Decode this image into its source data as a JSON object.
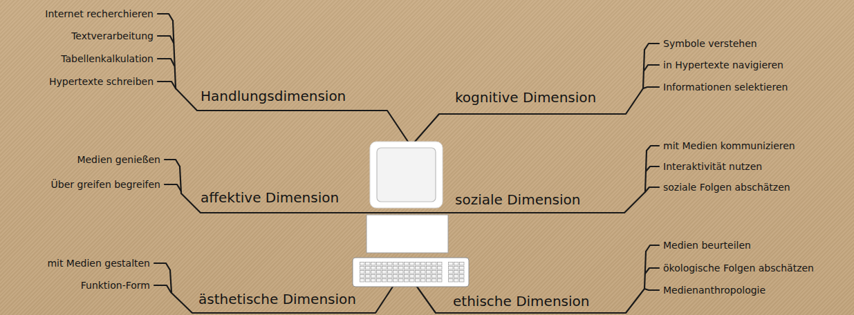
{
  "diagram": {
    "labels": [
      "Internet recherchieren",
      "Textverarbeitung",
      "Tabellenkalkulation",
      "Hypertexte schreiben",
      "Handlungsdimension",
      "kognitive Dimension",
      "Symbole verstehen",
      "in Hypertexte navigieren",
      "Informationen selektieren",
      "Medien genießen",
      "Über greifen begreifen",
      "affektive Dimension",
      "soziale Dimension",
      "mit Medien kommunizieren",
      "Interaktivität nutzen",
      "soziale Folgen abschätzen",
      "mit Medien gestalten",
      "Funktion-Form",
      "ästhetische Dimension",
      "ethische Dimension",
      "Medien beurteilen",
      "ökologische Folgen abschätzen",
      "Medienanthropologie"
    ]
  }
}
